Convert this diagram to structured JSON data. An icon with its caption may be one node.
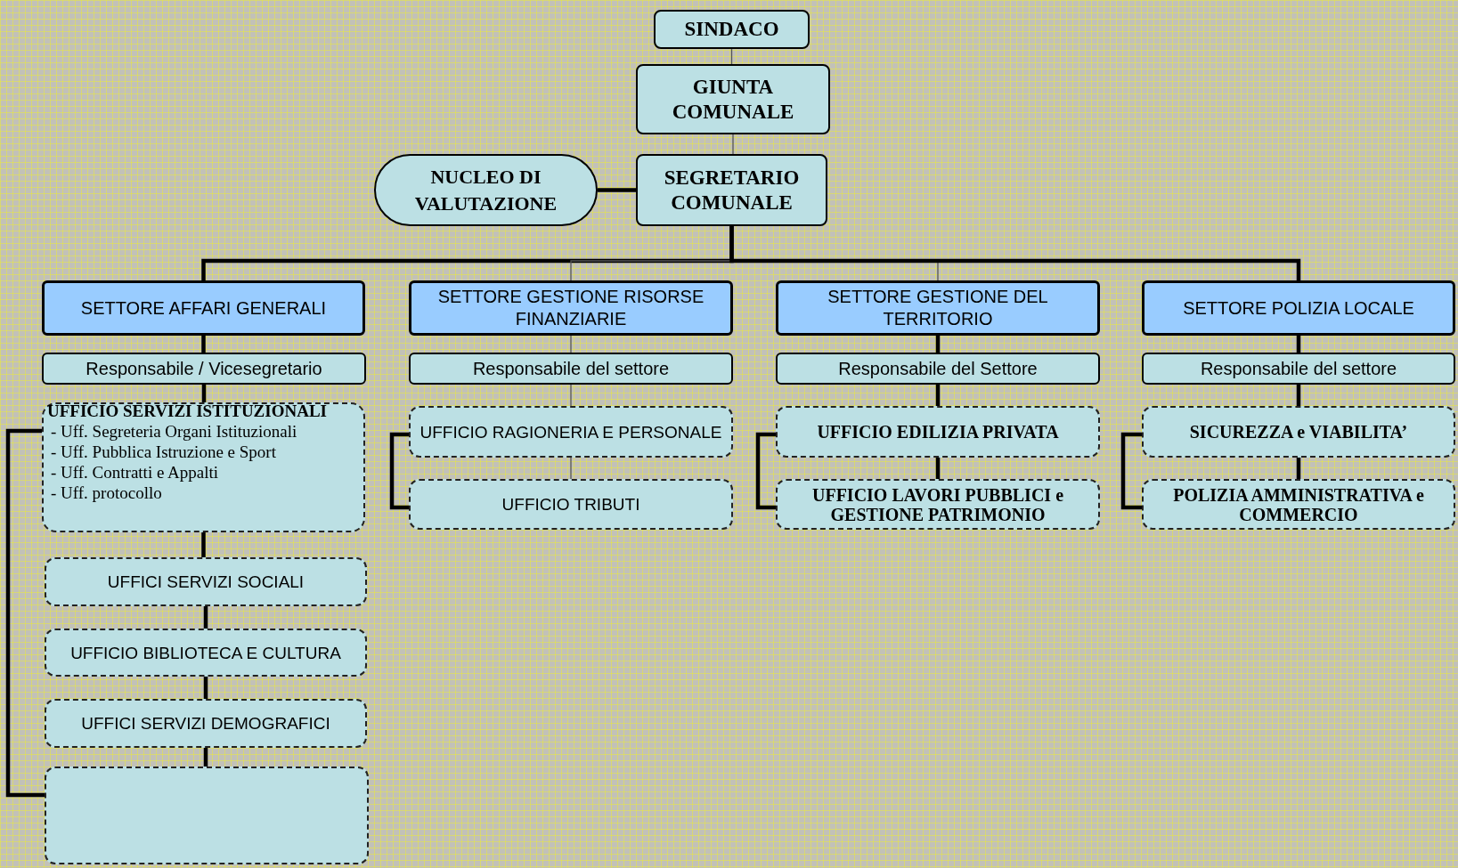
{
  "diagram": {
    "nodes": [
      {
        "text": [
          "SINDACO"
        ]
      },
      {
        "text": [
          "GIUNTA COMUNALE"
        ]
      },
      {
        "text": [
          "NUCLEO DI VALUTAZIONE"
        ]
      },
      {
        "text": [
          "SEGRETARIO COMUNALE"
        ]
      },
      {
        "text": [
          "SETTORE AFFARI GENERALI"
        ]
      },
      {
        "text": [
          "Responsabile / Vicesegretario"
        ]
      },
      {
        "text": [
          "UFFICIO SERVIZI ISTITUZIONALI",
          "- Uff. Segreteria Organi Istituzionali",
          "- Uff. Pubblica Istruzione e Sport",
          "- Uff. Contratti e Appalti",
          "- Uff. protocollo"
        ]
      },
      {
        "text": [
          "UFFICI SERVIZI SOCIALI"
        ]
      },
      {
        "text": [
          "UFFICIO BIBLIOTECA E CULTURA"
        ]
      },
      {
        "text": [
          "UFFICI SERVIZI DEMOGRAFICI"
        ]
      },
      {
        "text": [],
        "shape": "box"
      },
      {
        "text": [
          "SETTORE GESTIONE RISORSE FINANZIARIE"
        ]
      },
      {
        "text": [
          "Responsabile del settore"
        ]
      },
      {
        "text": [
          "UFFICIO RAGIONERIA E PERSONALE"
        ]
      },
      {
        "text": [
          "UFFICIO TRIBUTI"
        ]
      },
      {
        "text": [
          "SETTORE GESTIONE DEL TERRITORIO"
        ]
      },
      {
        "text": [
          "Responsabile del Settore"
        ]
      },
      {
        "text": [
          "UFFICIO EDILIZIA PRIVATA"
        ]
      },
      {
        "text": [
          "UFFICIO LAVORI PUBBLICI e GESTIONE PATRIMONIO"
        ]
      },
      {
        "text": [
          "SETTORE POLIZIA LOCALE"
        ]
      },
      {
        "text": [
          "Responsabile del settore"
        ]
      },
      {
        "text": [
          "SICUREZZA e VIABILITA’"
        ]
      },
      {
        "text": [
          "POLIZIA AMMINISTRATIVA e COMMERCIO"
        ]
      }
    ],
    "edges": [
      {
        "from": 0,
        "to": 1,
        "arrow": "none",
        "color": "#555555"
      },
      {
        "from": 1,
        "to": 3,
        "arrow": "none",
        "color": "#555555"
      },
      {
        "from": 2,
        "to": 3,
        "arrow": "none"
      },
      {
        "from": 3,
        "to": 4,
        "arrow": "none"
      },
      {
        "from": 3,
        "to": 11,
        "arrow": "none",
        "color": "#555555"
      },
      {
        "from": 3,
        "to": 15,
        "arrow": "none",
        "color": "#555555"
      },
      {
        "from": 3,
        "to": 19,
        "arrow": "none"
      },
      {
        "from": 4,
        "to": 5,
        "arrow": "none"
      },
      {
        "from": 5,
        "to": 6,
        "arrow": "none"
      },
      {
        "from": 6,
        "to": 7,
        "arrow": "none"
      },
      {
        "from": 7,
        "to": 8,
        "arrow": "none"
      },
      {
        "from": 8,
        "to": 9,
        "arrow": "none"
      },
      {
        "from": 9,
        "to": 10,
        "arrow": "none"
      },
      {
        "from": 6,
        "to": 10,
        "arrow": "none"
      },
      {
        "from": 11,
        "to": 12,
        "arrow": "none",
        "color": "#555555"
      },
      {
        "from": 12,
        "to": 13,
        "arrow": "none",
        "color": "#555555"
      },
      {
        "from": 13,
        "to": 14,
        "arrow": "none",
        "color": "#555555"
      },
      {
        "from": 13,
        "to": 14,
        "arrow": "none"
      },
      {
        "from": 15,
        "to": 16,
        "arrow": "none"
      },
      {
        "from": 16,
        "to": 17,
        "arrow": "none"
      },
      {
        "from": 17,
        "to": 18,
        "arrow": "none"
      },
      {
        "from": 17,
        "to": 18,
        "arrow": "none"
      },
      {
        "from": 19,
        "to": 20,
        "arrow": "none"
      },
      {
        "from": 20,
        "to": 21,
        "arrow": "none"
      },
      {
        "from": 21,
        "to": 22,
        "arrow": "none"
      },
      {
        "from": 21,
        "to": 22,
        "arrow": "none"
      }
    ]
  }
}
